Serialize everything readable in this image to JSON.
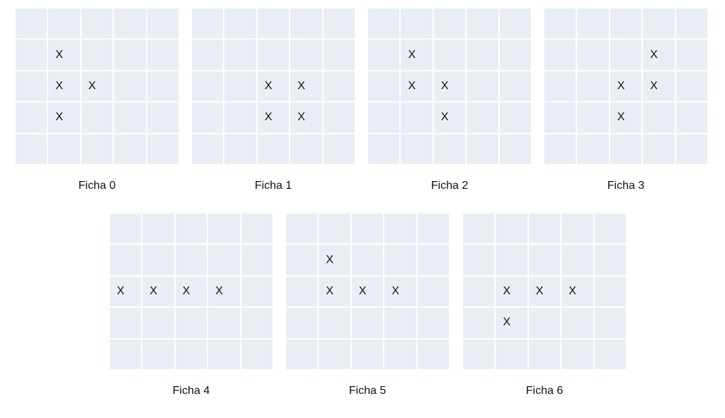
{
  "mark": "X",
  "colors": {
    "cell": "#e9edf4",
    "grid_line": "#ffffff",
    "text": "#111111"
  },
  "pieces": [
    {
      "label": "Ficha 0",
      "cells": [
        [
          1,
          1
        ],
        [
          2,
          1
        ],
        [
          2,
          2
        ],
        [
          3,
          1
        ]
      ]
    },
    {
      "label": "Ficha 1",
      "cells": [
        [
          2,
          2
        ],
        [
          2,
          3
        ],
        [
          3,
          2
        ],
        [
          3,
          3
        ]
      ]
    },
    {
      "label": "Ficha 2",
      "cells": [
        [
          1,
          1
        ],
        [
          2,
          1
        ],
        [
          2,
          2
        ],
        [
          3,
          2
        ]
      ]
    },
    {
      "label": "Ficha 3",
      "cells": [
        [
          1,
          3
        ],
        [
          2,
          2
        ],
        [
          2,
          3
        ],
        [
          3,
          2
        ]
      ]
    },
    {
      "label": "Ficha 4",
      "cells": [
        [
          2,
          0
        ],
        [
          2,
          1
        ],
        [
          2,
          2
        ],
        [
          2,
          3
        ]
      ]
    },
    {
      "label": "Ficha 5",
      "cells": [
        [
          1,
          1
        ],
        [
          2,
          1
        ],
        [
          2,
          2
        ],
        [
          2,
          3
        ]
      ]
    },
    {
      "label": "Ficha 6",
      "cells": [
        [
          2,
          1
        ],
        [
          2,
          2
        ],
        [
          2,
          3
        ],
        [
          3,
          1
        ]
      ]
    }
  ]
}
